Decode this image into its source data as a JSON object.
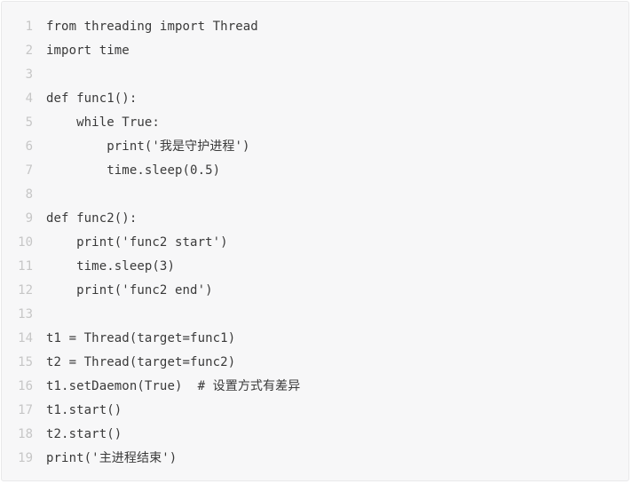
{
  "code": {
    "lines": [
      {
        "number": "1",
        "text": "from threading import Thread"
      },
      {
        "number": "2",
        "text": "import time"
      },
      {
        "number": "3",
        "text": ""
      },
      {
        "number": "4",
        "text": "def func1():"
      },
      {
        "number": "5",
        "text": "    while True:"
      },
      {
        "number": "6",
        "text": "        print('我是守护进程')"
      },
      {
        "number": "7",
        "text": "        time.sleep(0.5)"
      },
      {
        "number": "8",
        "text": ""
      },
      {
        "number": "9",
        "text": "def func2():"
      },
      {
        "number": "10",
        "text": "    print('func2 start')"
      },
      {
        "number": "11",
        "text": "    time.sleep(3)"
      },
      {
        "number": "12",
        "text": "    print('func2 end')"
      },
      {
        "number": "13",
        "text": ""
      },
      {
        "number": "14",
        "text": "t1 = Thread(target=func1)"
      },
      {
        "number": "15",
        "text": "t2 = Thread(target=func2)"
      },
      {
        "number": "16",
        "text": "t1.setDaemon(True)  # 设置方式有差异"
      },
      {
        "number": "17",
        "text": "t1.start()"
      },
      {
        "number": "18",
        "text": "t2.start()"
      },
      {
        "number": "19",
        "text": "print('主进程结束')"
      }
    ]
  },
  "colors": {
    "background": "#f7f7f8",
    "line_number": "#c6c6c6",
    "code_text": "#3a3a3a"
  }
}
